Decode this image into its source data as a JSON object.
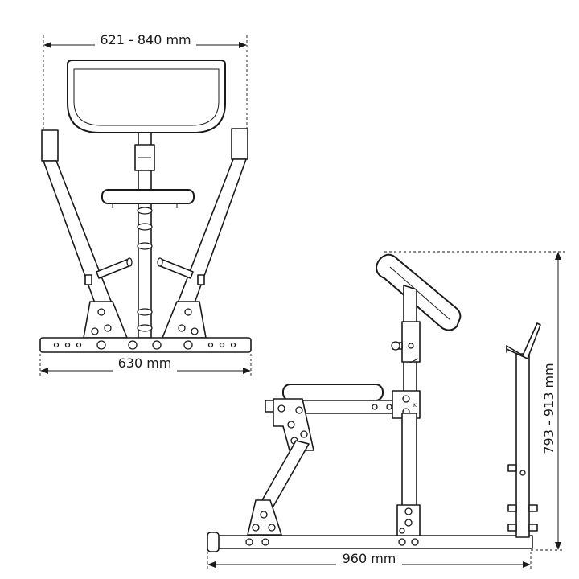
{
  "front_view": {
    "width_label": "621 - 840 mm",
    "base_label": "630 mm"
  },
  "side_view": {
    "height_label": "793 - 913 mm",
    "length_label": "960 mm"
  }
}
